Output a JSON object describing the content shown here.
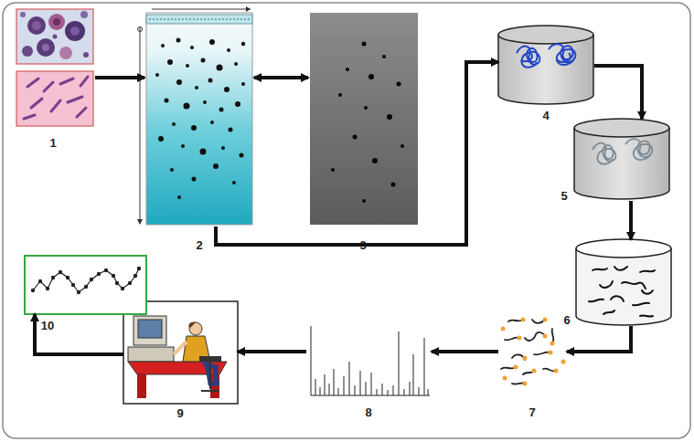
{
  "diagram": {
    "nodes": [
      {
        "text": [
          "1"
        ]
      },
      {
        "text": [
          "2"
        ]
      },
      {
        "text": [
          "3"
        ]
      },
      {
        "text": [
          "4"
        ]
      },
      {
        "text": [
          "5"
        ]
      },
      {
        "text": [
          "6"
        ]
      },
      {
        "text": [
          "7"
        ]
      },
      {
        "text": [
          "8"
        ]
      },
      {
        "text": [
          "9"
        ]
      },
      {
        "text": [
          "10"
        ]
      }
    ],
    "edges": [
      {
        "from": 0,
        "to": 1,
        "arrow": "to"
      },
      {
        "from": 1,
        "to": 2,
        "arrow": "both"
      },
      {
        "from": 1,
        "to": 3,
        "arrow": "to"
      },
      {
        "from": 3,
        "to": 4,
        "arrow": "to"
      },
      {
        "from": 4,
        "to": 5,
        "arrow": "to"
      },
      {
        "from": 5,
        "to": 6,
        "arrow": "to"
      },
      {
        "from": 6,
        "to": 7,
        "arrow": "to"
      },
      {
        "from": 7,
        "to": 8,
        "arrow": "to"
      },
      {
        "from": 8,
        "to": 9,
        "arrow": "to"
      }
    ]
  }
}
